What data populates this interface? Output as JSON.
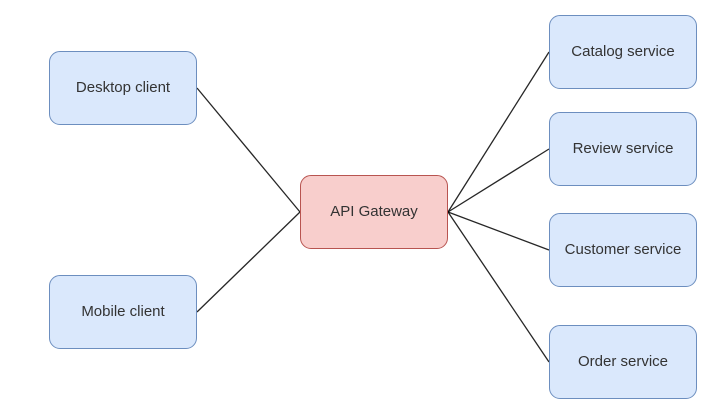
{
  "diagram": {
    "background": "#ffffff",
    "edge_color": "#000000",
    "text_color": "#333333",
    "nodes": [
      {
        "id": "desktop-client",
        "label": "Desktop client",
        "fill": "#dae8fc",
        "border": "#6c8ebf"
      },
      {
        "id": "mobile-client",
        "label": "Mobile client",
        "fill": "#dae8fc",
        "border": "#6c8ebf"
      },
      {
        "id": "api-gateway",
        "label": "API Gateway",
        "fill": "#f8cecc",
        "border": "#b85450"
      },
      {
        "id": "catalog-service",
        "label": "Catalog service",
        "fill": "#dae8fc",
        "border": "#6c8ebf"
      },
      {
        "id": "review-service",
        "label": "Review service",
        "fill": "#dae8fc",
        "border": "#6c8ebf"
      },
      {
        "id": "customer-service",
        "label": "Customer service",
        "fill": "#dae8fc",
        "border": "#6c8ebf"
      },
      {
        "id": "order-service",
        "label": "Order service",
        "fill": "#dae8fc",
        "border": "#6c8ebf"
      }
    ],
    "edges": [
      {
        "from": "desktop-client",
        "to": "api-gateway"
      },
      {
        "from": "mobile-client",
        "to": "api-gateway"
      },
      {
        "from": "api-gateway",
        "to": "catalog-service"
      },
      {
        "from": "api-gateway",
        "to": "review-service"
      },
      {
        "from": "api-gateway",
        "to": "customer-service"
      },
      {
        "from": "api-gateway",
        "to": "order-service"
      }
    ]
  }
}
